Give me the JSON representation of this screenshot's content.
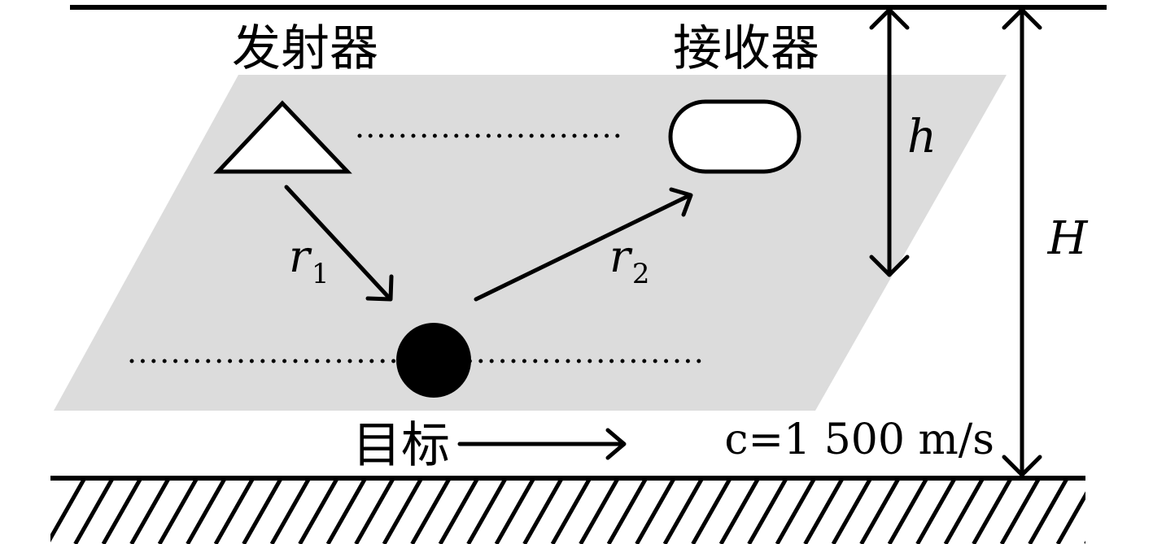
{
  "labels": {
    "transmitter": "发射器",
    "receiver": "接收器",
    "target": "目标",
    "r1_base": "r",
    "r1_sub": "1",
    "r2_base": "r",
    "r2_sub": "2",
    "h": "h",
    "H": "H",
    "sound_speed": "c=1 500 m/s"
  },
  "colors": {
    "plane_fill": "#dcdcdc",
    "ink": "#000000",
    "background": "#ffffff"
  }
}
